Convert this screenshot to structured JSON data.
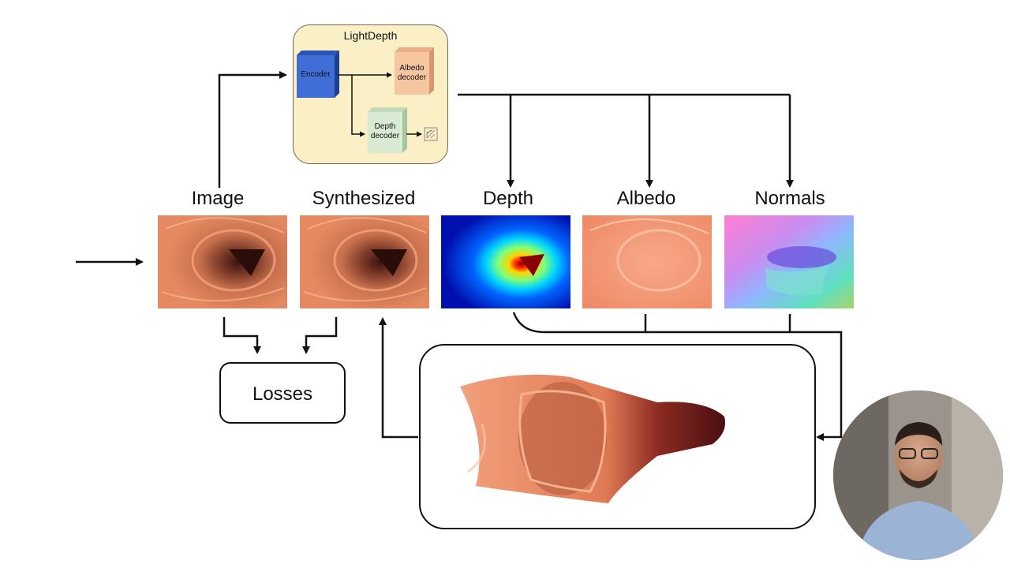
{
  "network": {
    "title": "LightDepth",
    "encoder_label": "Encoder",
    "albedo_decoder_label": "Albedo\ndecoder",
    "depth_decoder_label": "Depth\ndecoder"
  },
  "columns": {
    "image": "Image",
    "synthesized": "Synthesized",
    "depth": "Depth",
    "albedo": "Albedo",
    "normals": "Normals"
  },
  "losses_label": "Losses",
  "icons": {
    "mesh_icon": "3d-mesh-icon"
  },
  "colors": {
    "encoder": "#3f6fd6",
    "albedo_decoder": "#f6c6a0",
    "depth_decoder": "#d9ead3",
    "lightdepth_bg": "#fbefc6",
    "tissue": "#e07a55"
  }
}
